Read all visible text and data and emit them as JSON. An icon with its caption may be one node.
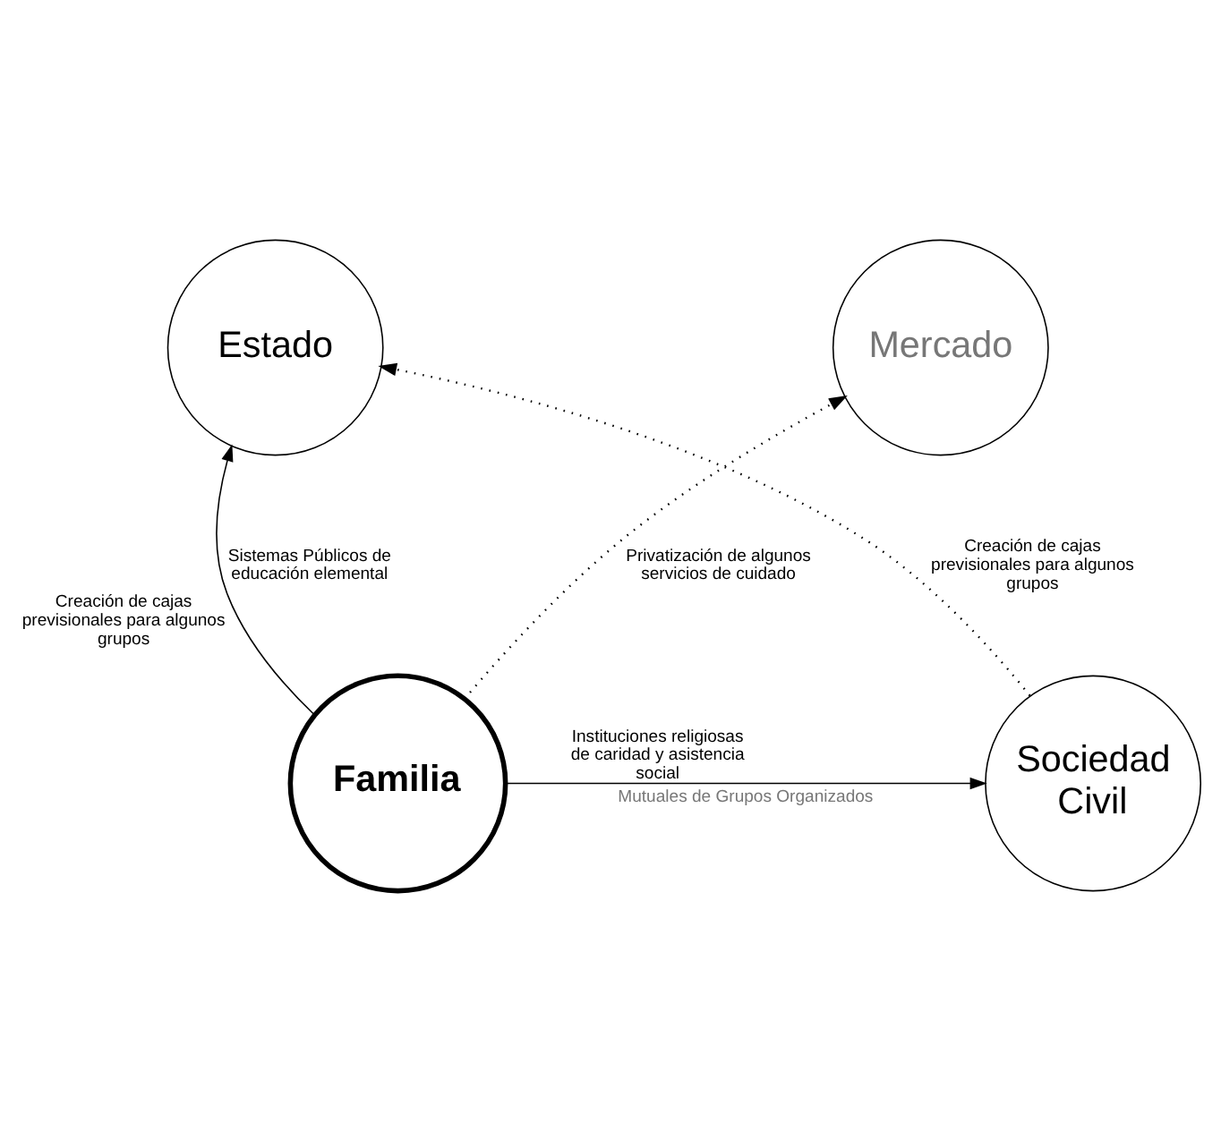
{
  "diagram": {
    "nodes": [
      {
        "text": [
          "Estado"
        ]
      },
      {
        "text": [
          "Mercado"
        ]
      },
      {
        "text": [
          "Familia"
        ]
      },
      {
        "text": [
          "Sociedad Civil"
        ]
      }
    ],
    "edges": [
      {
        "from": 2,
        "to": 0,
        "arrow": "to",
        "label": "Sistemas Públicos de educación elemental"
      },
      {
        "from": 2,
        "to": 1,
        "arrow": "to",
        "style": "dashed",
        "label": "Privatización de algunos servicios de cuidado"
      },
      {
        "from": 3,
        "to": 0,
        "arrow": "to",
        "style": "dashed",
        "label": "Creación de cajas previsionales para algunos grupos"
      },
      {
        "from": 2,
        "to": 3,
        "arrow": "to",
        "label": "Mutuales de Grupos Organizados"
      }
    ],
    "labels": [
      "Creación de cajas previsionales para algunos grupos",
      "Instituciones religiosas de caridad y asistencia social"
    ]
  }
}
